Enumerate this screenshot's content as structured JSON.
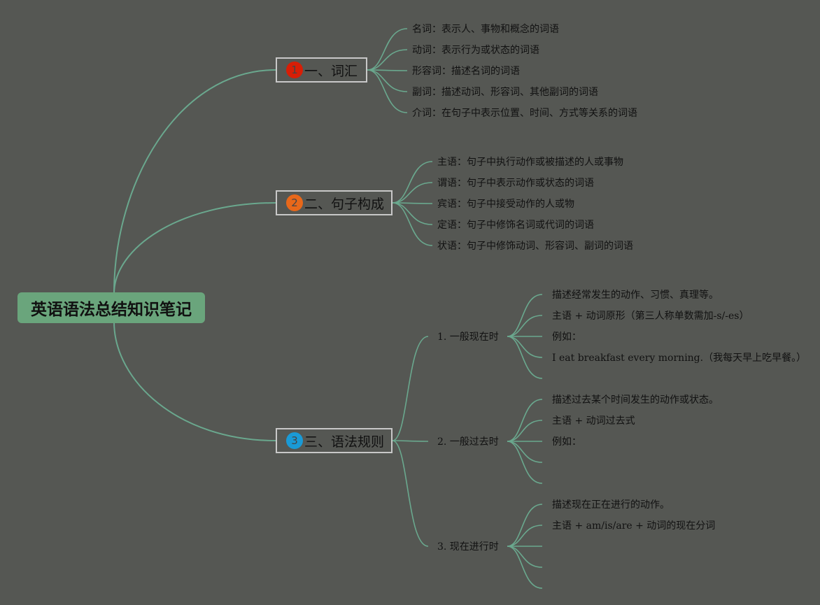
{
  "colors": {
    "background": "#555753",
    "link": "#6aa88e",
    "root_fill": "#6aa57c",
    "badge_1": "#d81e06",
    "badge_2": "#e8681a",
    "badge_3": "#1a9ad6"
  },
  "root": {
    "label": "英语语法总结知识笔记"
  },
  "branches": [
    {
      "label": "一、词汇",
      "badge": "1",
      "leaves": [
        "名词：表示人、事物和概念的词语",
        "动词：表示行为或状态的词语",
        "形容词：描述名词的词语",
        "副词：描述动词、形容词、其他副词的词语",
        "介词：在句子中表示位置、时间、方式等关系的词语"
      ]
    },
    {
      "label": "二、句子构成",
      "badge": "2",
      "leaves": [
        "主语：句子中执行动作或被描述的人或事物",
        "谓语：句子中表示动作或状态的词语",
        "宾语：句子中接受动作的人或物",
        "定语：句子中修饰名词或代词的词语",
        "状语：句子中修饰动词、形容词、副词的词语"
      ]
    },
    {
      "label": "三、语法规则",
      "badge": "3",
      "subtopics": [
        {
          "label": "1. 一般现在时",
          "leaves": [
            "描述经常发生的动作、习惯、真理等。",
            "主语 + 动词原形（第三人称单数需加-s/-es）",
            "例如：",
            "I eat breakfast every morning.（我每天早上吃早餐。）",
            ""
          ]
        },
        {
          "label": "2. 一般过去时",
          "leaves": [
            "描述过去某个时间发生的动作或状态。",
            "主语 + 动词过去式",
            "例如：",
            "",
            ""
          ]
        },
        {
          "label": "3. 现在进行时",
          "leaves": [
            "描述现在正在进行的动作。",
            "主语 + am/is/are + 动词的现在分词",
            "",
            "",
            ""
          ]
        }
      ]
    }
  ]
}
